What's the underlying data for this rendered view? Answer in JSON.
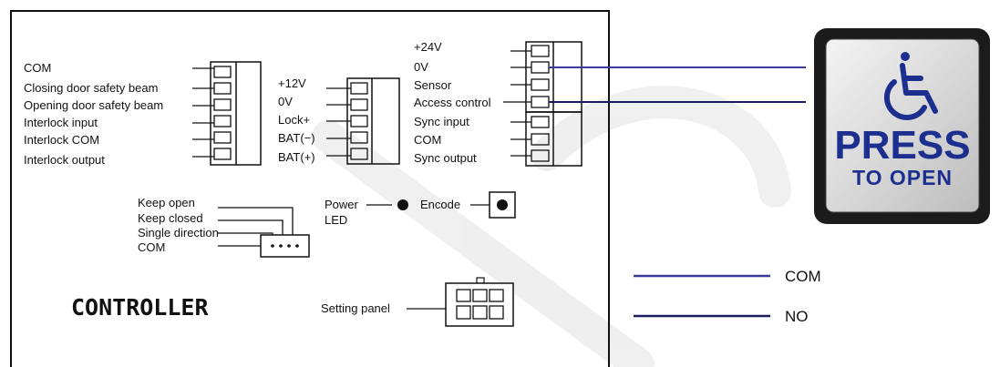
{
  "colors": {
    "line": "#111111",
    "com_wire": "#3a3a9a",
    "no_wire": "#1a1a5c",
    "button_text": "#1c2f8f"
  },
  "controller": {
    "title": "CONTROLLER",
    "left_terminals": [
      "COM",
      "Closing door safety beam",
      "Opening door safety beam",
      "Interlock input",
      "Interlock COM",
      "Interlock output"
    ],
    "middle_terminals": [
      "+12V",
      "0V",
      "Lock+",
      "BAT(−)",
      "BAT(+)"
    ],
    "right_terminals_top": [
      "+24V",
      "0V",
      "Sensor",
      "Access control"
    ],
    "right_terminals_bottom": [
      "Sync input",
      "COM",
      "Sync output"
    ],
    "mode_switch": [
      "Keep open",
      "Keep closed",
      "Single direction",
      "COM"
    ],
    "power_led": [
      "Power",
      "LED"
    ],
    "encode": "Encode",
    "setting_panel": "Setting panel"
  },
  "button": {
    "icon": "wheelchair-icon",
    "press": "PRESS",
    "to_open": "TO OPEN"
  },
  "legend": [
    {
      "label": "COM",
      "color": "#3a3a9a"
    },
    {
      "label": "NO",
      "color": "#1a1a5c"
    }
  ]
}
